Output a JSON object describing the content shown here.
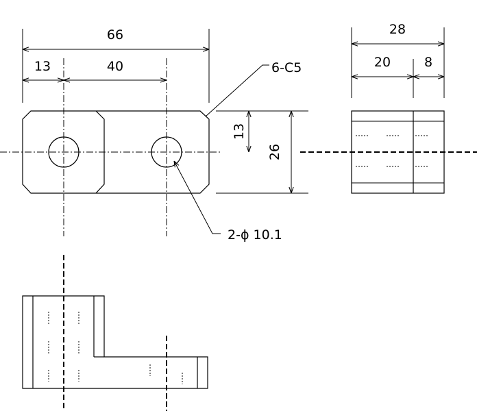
{
  "dimensions": {
    "overall_length": "66",
    "left_offset": "13",
    "hole_pitch": "40",
    "half_height": "13",
    "height": "26",
    "side_width": "28",
    "side_part_a": "20",
    "side_part_b": "8"
  },
  "callouts": {
    "chamfer": "6-C5",
    "holes": "2-ϕ 10.1"
  }
}
